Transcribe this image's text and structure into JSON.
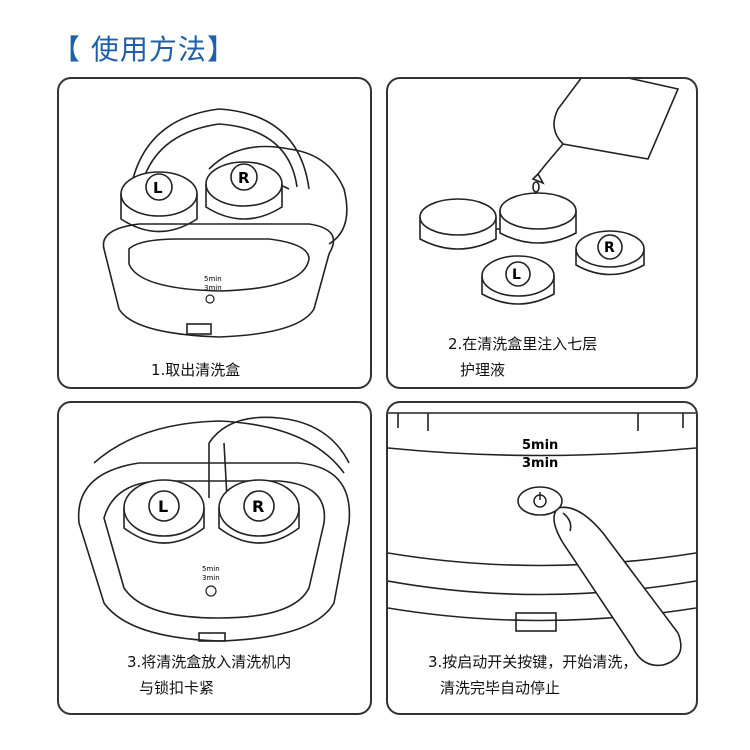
{
  "title": "【 使用方法】",
  "steps": [
    {
      "line1": "1.取出清洗盒",
      "line2": ""
    },
    {
      "line1": "2.在清洗盒里注入七层",
      "line2": "护理液"
    },
    {
      "line1": "3.将清洗盒放入清洗机内",
      "line2": "与锁扣卡紧"
    },
    {
      "line1": "3.按启动开关按键，开始清洗，",
      "line2": "清洗完毕自动停止"
    }
  ],
  "labels": {
    "left": "L",
    "right": "R",
    "timer_a": "5min",
    "timer_b": "3min"
  },
  "colors": {
    "title": "#1d5fa8",
    "line": "#222222",
    "border": "#333333"
  }
}
